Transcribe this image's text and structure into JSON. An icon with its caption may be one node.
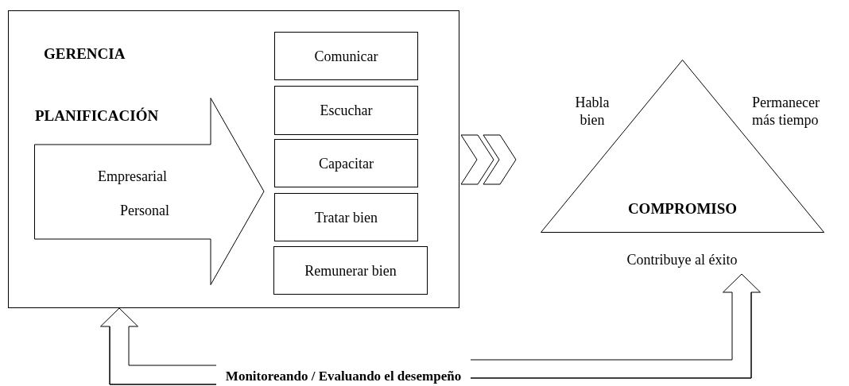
{
  "diagram": {
    "nodes": [
      {
        "text": [
          "GERENCIA"
        ]
      },
      {
        "text": [
          "PLANIFICACIÓN",
          "Empresarial",
          "Personal"
        ],
        "in": 0
      },
      {
        "text": [
          "Comunicar"
        ],
        "in": 0
      },
      {
        "text": [
          "Escuchar"
        ],
        "in": 0
      },
      {
        "text": [
          "Capacitar"
        ],
        "in": 0
      },
      {
        "text": [
          "Tratar bien"
        ],
        "in": 0
      },
      {
        "text": [
          "Remunerar bien"
        ],
        "in": 0
      },
      {
        "text": [
          "COMPROMISO"
        ],
        "beside": [
          "Habla bien",
          "Permanecer más tiempo",
          "Contribuye al éxito"
        ]
      },
      {
        "text": [
          "Monitoreando / Evaluando el desempeño"
        ]
      }
    ],
    "edges": [
      {
        "from": 0,
        "to": 7,
        "arrow": "to"
      },
      {
        "from": 8,
        "to": 0,
        "arrow": "to"
      },
      {
        "from": 8,
        "to": 7,
        "arrow": "to"
      }
    ]
  }
}
